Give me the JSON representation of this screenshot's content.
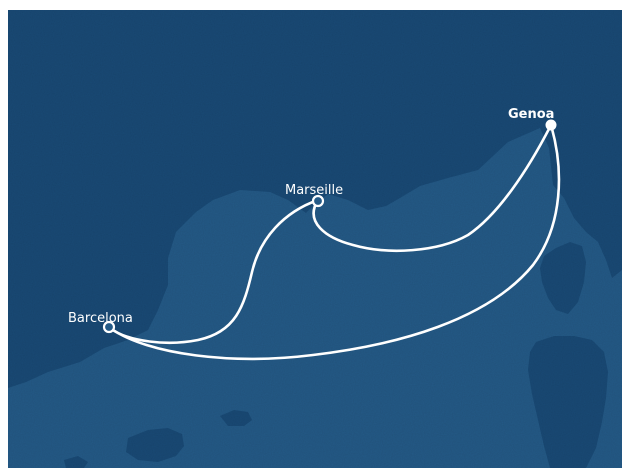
{
  "map": {
    "colors": {
      "sea": "#245a87",
      "land": "#194a76",
      "route": "#ffffff",
      "marker": "#ffffff"
    },
    "ports": [
      {
        "id": "genoa",
        "name": "Genoa",
        "type": "start-end",
        "emphasis": "bold"
      },
      {
        "id": "marseille",
        "name": "Marseille",
        "type": "stop",
        "emphasis": "regular"
      },
      {
        "id": "barcelona",
        "name": "Barcelona",
        "type": "stop",
        "emphasis": "regular"
      }
    ],
    "routes": [
      {
        "from": "Genoa",
        "to": "Marseille"
      },
      {
        "from": "Marseille",
        "to": "Barcelona"
      },
      {
        "from": "Barcelona",
        "to": "Genoa"
      }
    ]
  }
}
